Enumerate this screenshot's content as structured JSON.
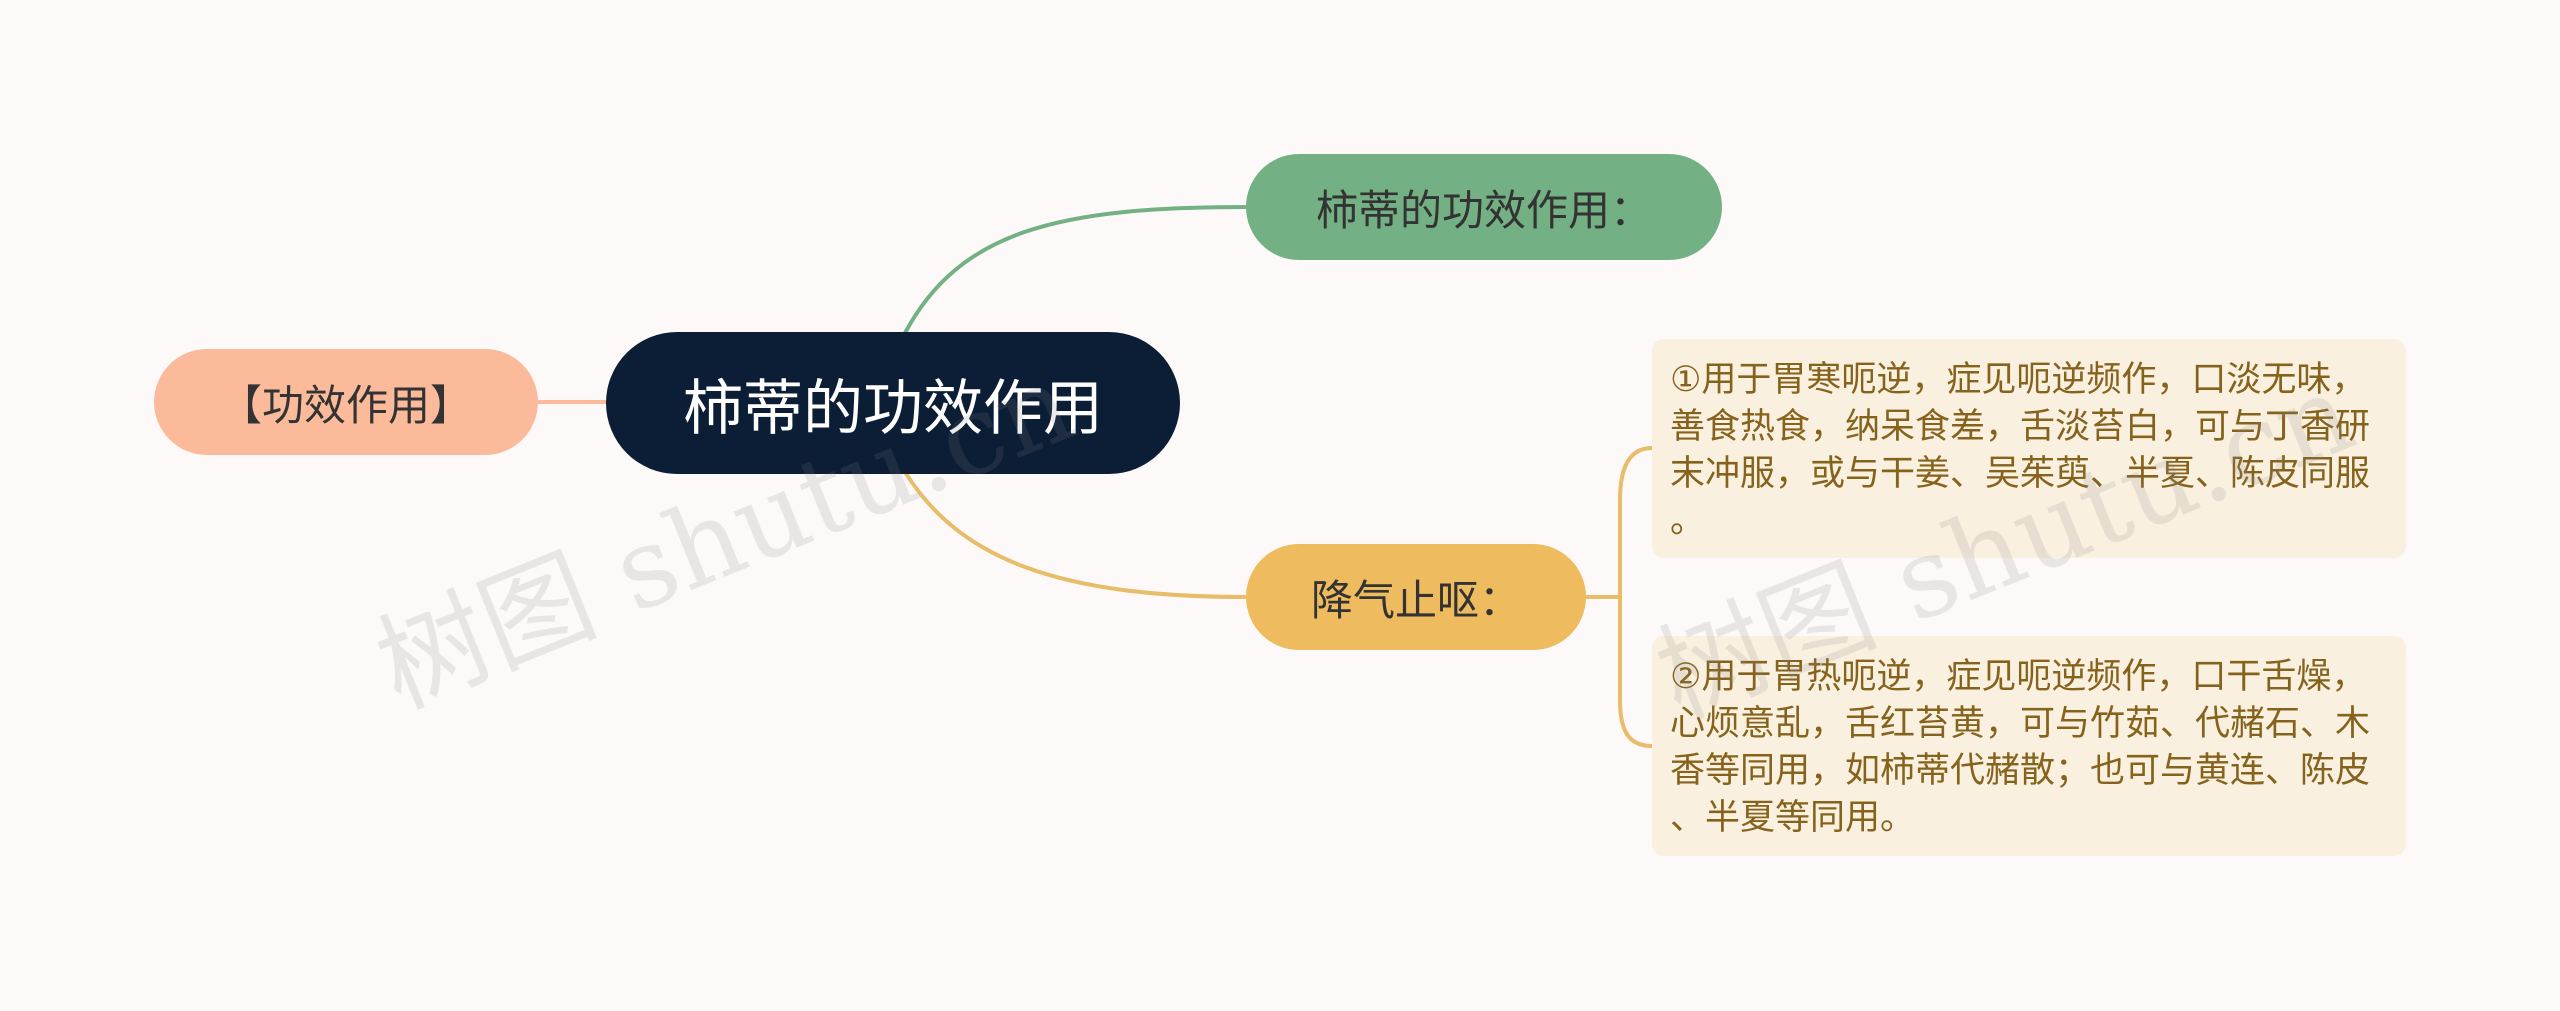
{
  "mindmap": {
    "center": {
      "label": "柿蒂的功效作用"
    },
    "left_branch": {
      "label": "【功效作用】"
    },
    "right_branches": [
      {
        "label": "柿蒂的功效作用：",
        "color": "#73b184",
        "children": []
      },
      {
        "label": "降气止呕：",
        "color": "#efbb5f",
        "children": [
          {
            "lines": [
              "①用于胃寒呃逆，症见呃逆频作，口淡无味，",
              "善食热食，纳呆食差，舌淡苔白，可与丁香研",
              "末冲服，或与干姜、吴茱萸、半夏、陈皮同服",
              "。"
            ]
          },
          {
            "lines": [
              "②用于胃热呃逆，症见呃逆频作，口干舌燥，",
              "心烦意乱，舌红苔黄，可与竹茹、代赭石、木",
              "香等同用，如柿蒂代赭散；也可与黄连、陈皮",
              "、半夏等同用。"
            ]
          }
        ]
      }
    ]
  },
  "colors": {
    "background": "#fcf9f8",
    "center": "#0c1d36",
    "left": "#fbbb9b",
    "green": "#73b184",
    "yellow": "#efbb5f",
    "leaf_bg": "#faf0e0",
    "leaf_text": "#86631c"
  },
  "watermark": {
    "text": "树图 shutu.cn"
  }
}
